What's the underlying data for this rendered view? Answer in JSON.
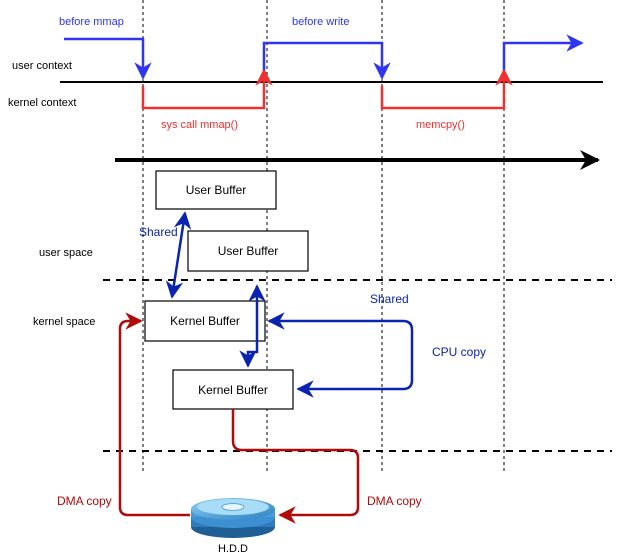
{
  "colors": {
    "blue": "#2f35f0",
    "dark_blue": "#0a23b0",
    "red": "#f03030",
    "dark_red": "#b00a0a",
    "black": "#000000"
  },
  "timeline": {
    "before_mmap": "before mmap",
    "before_write": "before write",
    "sys_call": "sys call mmap()",
    "memcpy": "memcpy()"
  },
  "rows": {
    "user_context": "user context",
    "kernel_context": "kernel context",
    "user_space": "user space",
    "kernel_space": "kernel space"
  },
  "buffers": {
    "user_buffer_1": "User Buffer",
    "user_buffer_2": "User Buffer",
    "kernel_buffer_1": "Kernel Buffer",
    "kernel_buffer_2": "Kernel Buffer"
  },
  "arrows": {
    "shared_user": "Shared",
    "shared_kernel": "Shared",
    "cpu_copy": "CPU copy",
    "dma_copy_left": "DMA copy",
    "dma_copy_right": "DMA copy"
  },
  "disk": {
    "label": "H.D.D",
    "icon": "hard-disk-icon"
  }
}
